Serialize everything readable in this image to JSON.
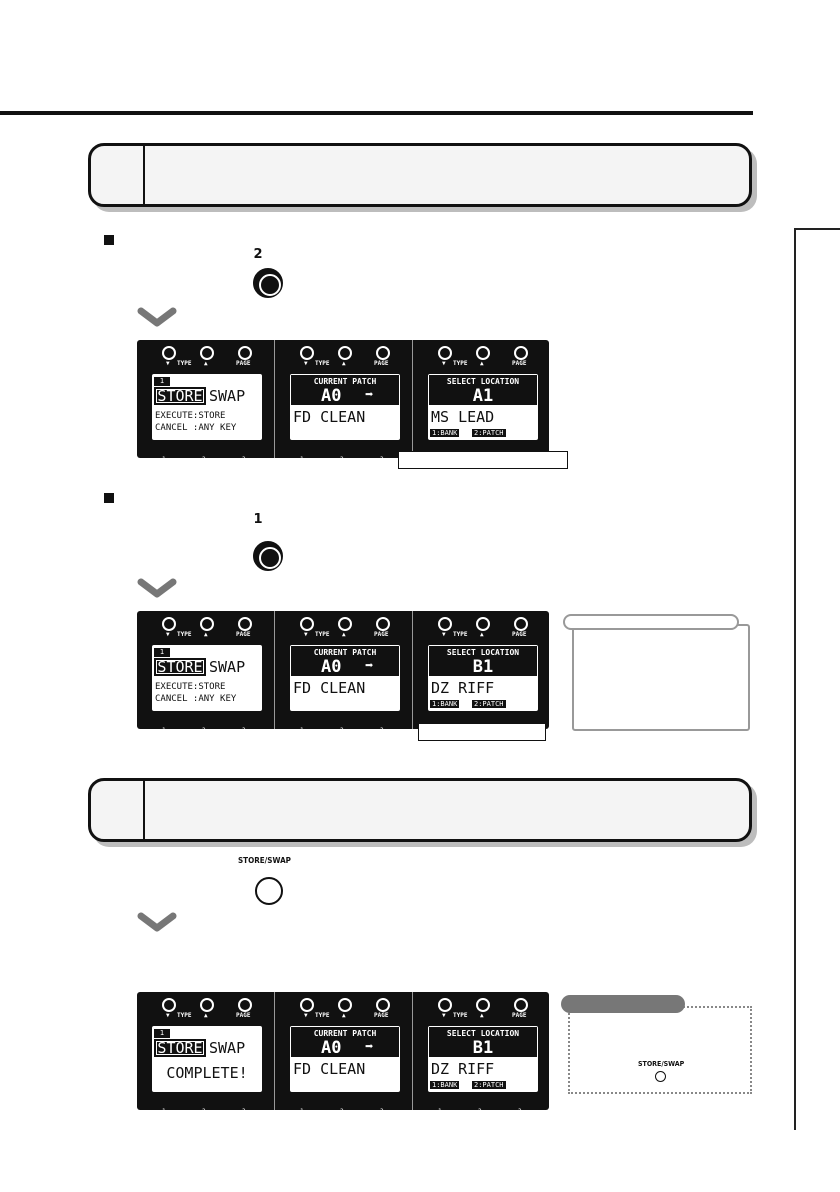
{
  "footswitch_2": {
    "label": "2"
  },
  "footswitch_1": {
    "label": "1"
  },
  "store_swap_button": {
    "label": "STORE/SWAP"
  },
  "hint": {
    "button_label": "STORE/SWAP"
  },
  "knob_labels": {
    "down": "▼",
    "type": "TYPE",
    "up": "▲",
    "page": "PAGE"
  },
  "panel_numbers": [
    "1",
    "2",
    "3"
  ],
  "row1": {
    "p1": {
      "num": "1",
      "store": "STORE",
      "swap": "SWAP",
      "line1": "EXECUTE:STORE",
      "line2": "CANCEL :ANY KEY"
    },
    "p2": {
      "header": "CURRENT PATCH",
      "patch": "A0",
      "arrow": "➡",
      "name": "FD CLEAN"
    },
    "p3": {
      "header": "SELECT LOCATION",
      "patch": "A1",
      "name": "MS LEAD",
      "bank": "1:BANK",
      "patch_tag": "2:PATCH"
    }
  },
  "row2": {
    "p1": {
      "num": "1",
      "store": "STORE",
      "swap": "SWAP",
      "line1": "EXECUTE:STORE",
      "line2": "CANCEL :ANY KEY"
    },
    "p2": {
      "header": "CURRENT PATCH",
      "patch": "A0",
      "arrow": "➡",
      "name": "FD CLEAN"
    },
    "p3": {
      "header": "SELECT LOCATION",
      "patch": "B1",
      "name": "DZ RIFF",
      "bank": "1:BANK",
      "patch_tag": "2:PATCH"
    }
  },
  "row3": {
    "p1": {
      "num": "1",
      "store": "STORE",
      "swap": "SWAP",
      "line1": "COMPLETE!"
    },
    "p2": {
      "header": "CURRENT PATCH",
      "patch": "A0",
      "arrow": "➡",
      "name": "FD CLEAN"
    },
    "p3": {
      "header": "SELECT LOCATION",
      "patch": "B1",
      "name": "DZ RIFF",
      "bank": "1:BANK",
      "patch_tag": "2:PATCH"
    }
  }
}
